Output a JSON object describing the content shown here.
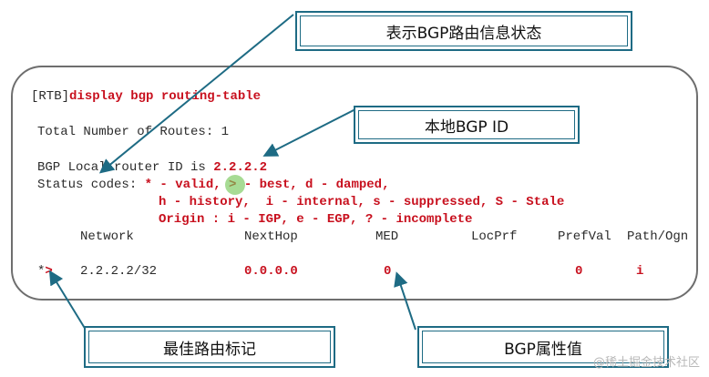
{
  "callouts": {
    "route_status": "表示BGP路由信息状态",
    "local_bgp_id": "本地BGP ID",
    "best_route": "最佳路由标记",
    "attribute_value": "BGP属性值"
  },
  "terminal": {
    "prompt": "[RTB]",
    "command": "display bgp routing-table",
    "total_routes": "Total Number of Routes: 1",
    "router_id_label": "BGP Local router ID is ",
    "router_id_value": "2.2.2.2",
    "status_label": "Status codes: ",
    "status_line1": "* - valid, > - best, d - damped,",
    "status_line2": "h - history,  i - internal, s - suppressed, S - Stale",
    "status_line3": "Origin : i - IGP, e - EGP, ? - incomplete",
    "headers": [
      "Network",
      "NextHop",
      "MED",
      "LocPrf",
      "PrefVal",
      "Path/Ogn"
    ],
    "route": {
      "flag_valid": "*",
      "flag_best": ">",
      "network": "2.2.2.2/32",
      "nexthop": "0.0.0.0",
      "med": "0",
      "prefval": "0",
      "path_ogn": "i"
    }
  },
  "watermark": "@稀土掘金技术社区",
  "colors": {
    "accent": "#1e6b84",
    "highlight": "#c8101e",
    "frame": "#6e6e6e"
  }
}
